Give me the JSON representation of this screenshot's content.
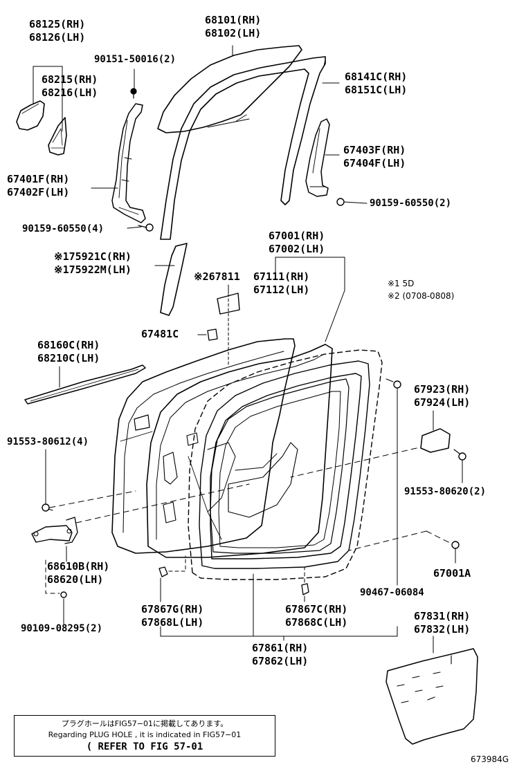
{
  "labels": [
    {
      "id": "p68125",
      "lines": [
        "68125(RH)",
        "68126(LH)"
      ]
    },
    {
      "id": "p68101",
      "lines": [
        "68101(RH)",
        "68102(LH)"
      ]
    },
    {
      "id": "p90151",
      "lines": [
        "90151-50016(2)"
      ]
    },
    {
      "id": "p68215",
      "lines": [
        "68215(RH)",
        "68216(LH)"
      ]
    },
    {
      "id": "p68141",
      "lines": [
        "68141C(RH)",
        "68151C(LH)"
      ]
    },
    {
      "id": "p67403",
      "lines": [
        "67403F(RH)",
        "67404F(LH)"
      ]
    },
    {
      "id": "p67401",
      "lines": [
        "67401F(RH)",
        "67402F(LH)"
      ]
    },
    {
      "id": "p90159r",
      "lines": [
        "90159-60550(2)"
      ]
    },
    {
      "id": "p90159l",
      "lines": [
        "90159-60550(4)"
      ]
    },
    {
      "id": "p67001",
      "lines": [
        "67001(RH)",
        "67002(LH)"
      ]
    },
    {
      "id": "p75921",
      "lines": [
        "※175921C(RH)",
        "※175922M(LH)"
      ]
    },
    {
      "id": "p67811",
      "lines": [
        "※267811"
      ]
    },
    {
      "id": "p67111",
      "lines": [
        "67111(RH)",
        "67112(LH)"
      ]
    },
    {
      "id": "p67481",
      "lines": [
        "67481C"
      ]
    },
    {
      "id": "p68160",
      "lines": [
        "68160C(RH)",
        "68210C(LH)"
      ]
    },
    {
      "id": "p67923",
      "lines": [
        "67923(RH)",
        "67924(LH)"
      ]
    },
    {
      "id": "p91553l",
      "lines": [
        "91553-80612(4)"
      ]
    },
    {
      "id": "p91553r",
      "lines": [
        "91553-80620(2)"
      ]
    },
    {
      "id": "p68610",
      "lines": [
        "68610B(RH)",
        "68620(LH)"
      ]
    },
    {
      "id": "p67001a",
      "lines": [
        "67001A"
      ]
    },
    {
      "id": "p90467",
      "lines": [
        "90467-06084"
      ]
    },
    {
      "id": "p90109",
      "lines": [
        "90109-08295(2)"
      ]
    },
    {
      "id": "p67867g",
      "lines": [
        "67867G(RH)",
        "67868L(LH)"
      ]
    },
    {
      "id": "p67867c",
      "lines": [
        "67867C(RH)",
        "67868C(LH)"
      ]
    },
    {
      "id": "p67831",
      "lines": [
        "67831(RH)",
        "67832(LH)"
      ]
    },
    {
      "id": "p67861",
      "lines": [
        "67861(RH)",
        "67862(LH)"
      ]
    }
  ],
  "footnotes": [
    "※1 5D",
    "※2 (0708-0808)"
  ],
  "note": {
    "line1": "プラグホールはFIG57−01に掲載してあります。",
    "line2": "Regarding PLUG HOLE , it is indicated in FIG57−01",
    "line3": "( REFER TO FIG 57-01"
  },
  "figure_code": "673984G"
}
